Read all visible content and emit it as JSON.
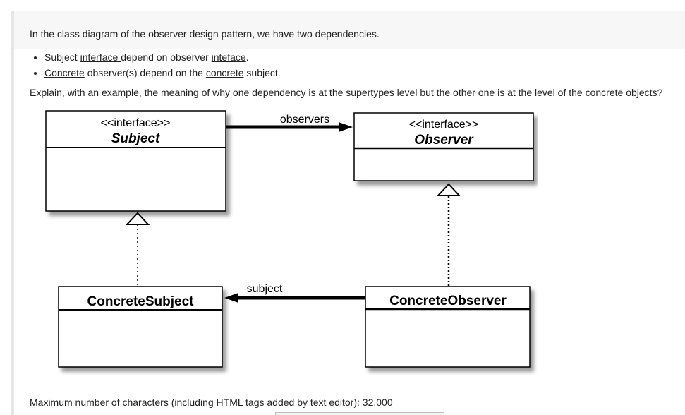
{
  "question": {
    "intro": "In the class diagram of the observer design pattern, we have two dependencies.",
    "bullets": [
      {
        "w1": "Subject",
        "w2": "interface ",
        "w3": "depend on observer",
        "w4": "inteface",
        "w5": "."
      },
      {
        "w1": "Concrete",
        "w2": " observer(s) depend on the ",
        "w3": "concrete",
        "w4": " subject."
      }
    ],
    "prompt": "Explain, with an example, the meaning of why one dependency is at the supertypes level but the other one is at the level of the concrete objects?"
  },
  "diagram": {
    "subject_stereotype": "<<interface>>",
    "subject_name": "Subject",
    "observer_stereotype": "<<interface>>",
    "observer_name": "Observer",
    "concrete_subject_name": "ConcreteSubject",
    "concrete_observer_name": "ConcreteObserver",
    "observers_label": "observers",
    "subject_label": "subject"
  },
  "footer": {
    "limit_text": "Maximum number of characters (including HTML tags added by text editor): 32,000"
  }
}
